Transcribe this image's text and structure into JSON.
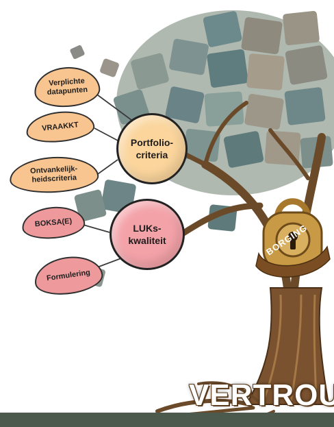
{
  "diagram": {
    "hubs": [
      {
        "id": "portfolio",
        "label": "Portfolio-\ncriteria",
        "color": "#fbd59c"
      },
      {
        "id": "luks",
        "label": "LUKs-\nkwaliteit",
        "color": "#f3a2a8"
      }
    ],
    "leaves": [
      {
        "id": "verplichte",
        "line1": "Verplichte",
        "line2": "datapunten",
        "hub": "portfolio",
        "color": "#f8c48f"
      },
      {
        "id": "vraakkt",
        "line1": "VRAAKKT",
        "line2": "",
        "hub": "portfolio",
        "color": "#f8c48f"
      },
      {
        "id": "ontvankelijk",
        "line1": "Ontvankelijk-",
        "line2": "heidscriteria",
        "hub": "portfolio",
        "color": "#f8c48f"
      },
      {
        "id": "boksa",
        "line1": "BOKSA(E)",
        "line2": "",
        "hub": "luks",
        "color": "#ee9a9c"
      },
      {
        "id": "formulering",
        "line1": "Formulering",
        "line2": "",
        "hub": "luks",
        "color": "#ee9a9c"
      }
    ],
    "lock_label": "BORGING",
    "ground_label": "VERTROU"
  }
}
